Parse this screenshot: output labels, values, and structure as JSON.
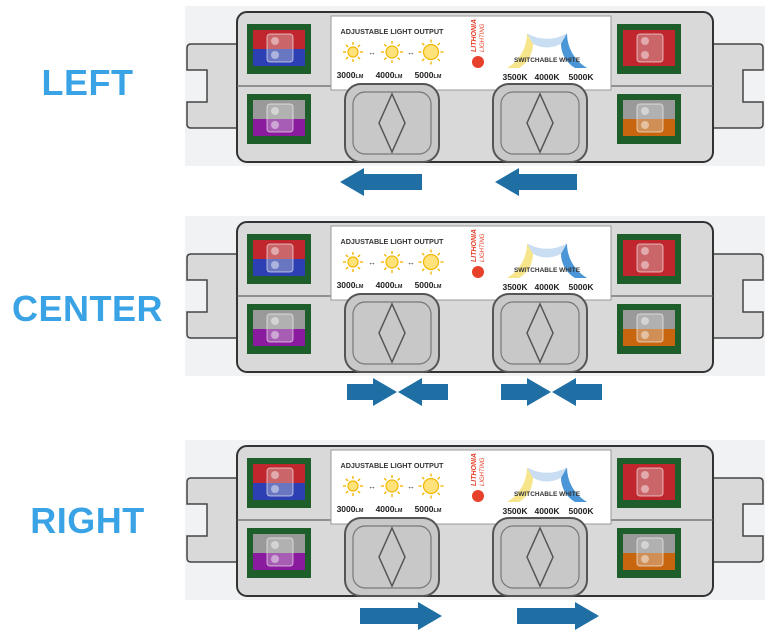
{
  "brand": {
    "name": "LITHONIA",
    "subtitle": "LIGHTING",
    "logo_color": "#e8412b"
  },
  "colors": {
    "label": "#3aa3e6",
    "arrow": "#1f6fa5",
    "housing": "#d9d9d9",
    "terminal_green": "#1e5e2a",
    "red": "#c0262d",
    "blue": "#2c3fb3",
    "purple": "#8a1a9e",
    "orange": "#c8660f",
    "warm": "#f6e58a",
    "neutral": "#c9def2",
    "cool": "#4a96d6"
  },
  "labels": {
    "light_output_title": "ADJUSTABLE LIGHT OUTPUT",
    "switchable_title": "SWITCHABLE WHITE",
    "lumen_values": [
      "3000",
      "4000",
      "5000"
    ],
    "lumen_unit": "LM",
    "cct_values": [
      "3500K",
      "4000K",
      "5000K"
    ]
  },
  "rows": [
    {
      "id": "left",
      "label": "LEFT",
      "arrow_direction": "left"
    },
    {
      "id": "center",
      "label": "CENTER",
      "arrow_direction": "center"
    },
    {
      "id": "right",
      "label": "RIGHT",
      "arrow_direction": "right"
    }
  ]
}
